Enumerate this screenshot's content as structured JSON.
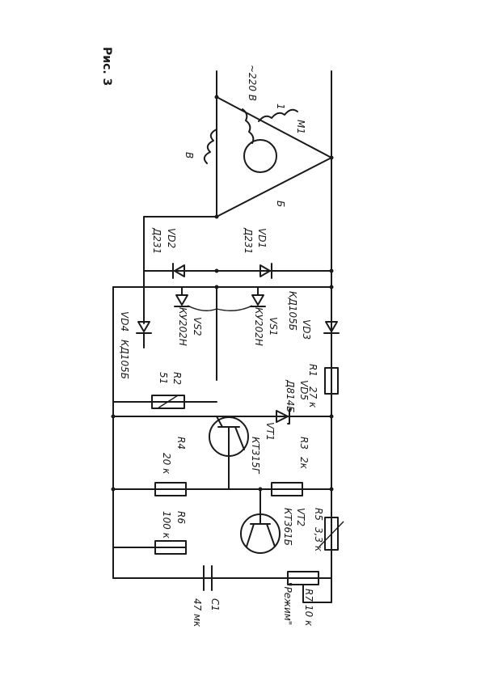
{
  "figure_label": "Рис. 3",
  "supply_label": "~220 В",
  "motor": {
    "name": "M1",
    "winding_1": "1",
    "winding_2": "Б",
    "winding_3": "В"
  },
  "components": {
    "vd1": {
      "name": "VD1",
      "part": "Д231"
    },
    "vd2": {
      "name": "VD2",
      "part": "Д231"
    },
    "vd3": {
      "name": "VD3",
      "part": "КД105Б"
    },
    "vd4": {
      "name": "VD4",
      "part": "КД105Б"
    },
    "vd5": {
      "name": "VD5",
      "part": "Д814Б"
    },
    "vs1": {
      "name": "VS1",
      "part": "КУ202Н"
    },
    "vs2": {
      "name": "VS2",
      "part": "КУ202Н"
    },
    "vt1": {
      "name": "VT1",
      "part": "КТ315Г"
    },
    "vt2": {
      "name": "VT2",
      "part": "КТ361Б"
    },
    "r1": {
      "name": "R1",
      "value": "27 к"
    },
    "r2": {
      "name": "R2",
      "value": "51"
    },
    "r3": {
      "name": "R3",
      "value": "2к"
    },
    "r4": {
      "name": "R4",
      "value": "20 к"
    },
    "r5": {
      "name": "R5",
      "value": "3,3 к"
    },
    "r6": {
      "name": "R6",
      "value": "100 к"
    },
    "r7": {
      "name": "R7",
      "value": "10 к"
    },
    "c1": {
      "name": "C1",
      "value": "47 мк"
    }
  },
  "control_label": "\"Режим\""
}
